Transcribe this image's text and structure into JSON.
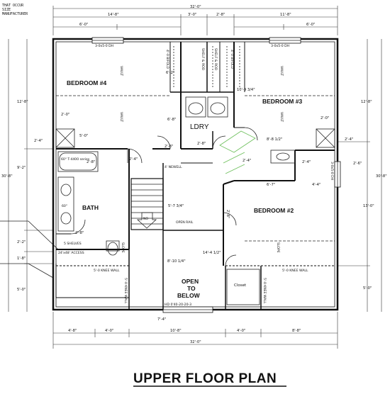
{
  "top_notes": [
    "THAT OCCUR",
    "SIZE",
    "MANUFACTURER"
  ],
  "title": "UPPER FLOOR PLAN",
  "rooms": {
    "bedroom4": "BEDROOM #4",
    "bedroom3": "BEDROOM #3",
    "bedroom2": "BEDROOM #2",
    "bath": "BATH",
    "laundry": "LDRY",
    "open_to_below_1": "OPEN",
    "open_to_below_2": "TO",
    "open_to_below_3": "BELOW",
    "closet": "Closet"
  },
  "labels": {
    "window_top_left": "3-0x5-0 DH",
    "window_top_right": "3-0x5-0 DH",
    "bifold_left": "4'-0 BIFOLD",
    "shelf_rod_1": "SHELF & ROD",
    "shelf_rod_2": "SHELF & ROD",
    "bifold_right": "4'-0 BIFOLD",
    "vault_1": "VAULT",
    "vault_2": "VAULT",
    "vault_3": "VAULT",
    "vault_4": "VAULT",
    "newell": "4' NEWELL",
    "open_rail": "OPEN RAIL",
    "no": "NO",
    "shelves": "5 SHELVES",
    "access": "24'x48' ACCESS",
    "slope_1": "SLOPE",
    "slope_2": "SLOPE",
    "knee_wall_left": "5'-0 KNEE WALL",
    "knee_wall_right": "5'-0 KNEE WALL",
    "knee_wall_vert_1": "5'-0 KNEE WALL",
    "knee_wall_vert_2": "5'-0 KNEE WALL",
    "bottom_window": "HD 0'40-20-20-3",
    "tub": "60\" T-4400 series",
    "vanity": "60\"",
    "right_window": "3-0x5-0 DH"
  },
  "dimensions": {
    "overall_top": "32'-0\"",
    "top_1": "14'-8\"",
    "top_2": "3'-0\"",
    "top_3": "2'-8\"",
    "top_4": "11'-8\"",
    "top_5": "6'-0\"",
    "top_6": "6'-0\"",
    "bottom_overall": "32'-0\"",
    "bottom_1": "4'-8\"",
    "bottom_2": "4'-0\"",
    "bottom_3": "10'-8\"",
    "bottom_4": "4'-0\"",
    "bottom_5": "8'-8\"",
    "left_overall": "30'-8\"",
    "left_1": "12'-8\"",
    "left_2": "9'-2\"",
    "left_3": "2'-2\"",
    "left_4": "1'-8\"",
    "left_5": "5'-0\"",
    "right_overall": "30'-8\"",
    "right_1": "12'-8\"",
    "right_2": "13'-0\"",
    "right_3": "5'-0\"",
    "right_4": "2'-6\"",
    "d_6_2": "6'-2\"",
    "d_6_8": "6'-8\"",
    "d_2_0a": "2'-0\"",
    "d_5_0": "5'-0\"",
    "d_2_4a": "2'-4\"",
    "d_2_8a": "2'-8\"",
    "d_10_9": "10'-9 3/4\"",
    "d_8_8": "8'-8 1/2\"",
    "d_2_4b": "2'-4\"",
    "d_2_0b": "2'-0\"",
    "d_2_8b": "2'-8\"",
    "d_2_8c": "2'-8\"",
    "d_2_4c": "2'-4\"",
    "d_6_7": "6'-7\"",
    "d_4_4": "4'-4\"",
    "d_5_7": "5'-7 3/4\"",
    "d_14_4": "14'-4 1/2\"",
    "d_8_10": "8'-10 1/4\"",
    "d_7_4": "7'-4\"",
    "d_2_8d": "2'-8\"",
    "d_2_4d": "2'-4\"",
    "d_2_8e": "2'-8\"",
    "d_2_4e": "2'-4\""
  }
}
